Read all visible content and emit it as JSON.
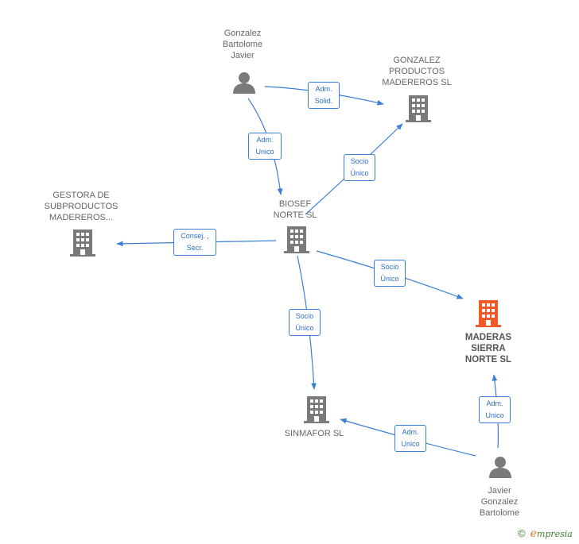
{
  "colors": {
    "edge": "#3a7fd5",
    "node_default": "#7a7a7a",
    "node_highlight": "#f05a28"
  },
  "nodes": {
    "gonzalez_bartolome_javier": {
      "label": "Gonzalez\nBartolome\nJavier",
      "type": "person"
    },
    "gonzalez_productos": {
      "label": "GONZALEZ\nPRODUCTOS\nMADEREROS SL",
      "type": "company"
    },
    "gestora": {
      "label": "GESTORA DE\nSUBPRODUCTOS\nMADEREROS...",
      "type": "company"
    },
    "biosef": {
      "label": "BIOSEF\nNORTE SL",
      "type": "company"
    },
    "maderas_sierra": {
      "label": "MADERAS\nSIERRA\nNORTE SL",
      "type": "company",
      "highlight": true
    },
    "sinmafor": {
      "label": "SINMAFOR SL",
      "type": "company"
    },
    "javier_gonzalez_bartolome": {
      "label": "Javier\nGonzalez\nBartolome",
      "type": "person"
    }
  },
  "edges": [
    {
      "from": "gonzalez_bartolome_javier",
      "to": "gonzalez_productos",
      "label": "Adm.\nSolid."
    },
    {
      "from": "gonzalez_bartolome_javier",
      "to": "biosef",
      "label": "Adm.\nUnico"
    },
    {
      "from": "biosef",
      "to": "gonzalez_productos",
      "label": "Socio\nÚnico"
    },
    {
      "from": "biosef",
      "to": "gestora",
      "label": "Consej. ,\nSecr."
    },
    {
      "from": "biosef",
      "to": "maderas_sierra",
      "label": "Socio\nÚnico"
    },
    {
      "from": "biosef",
      "to": "sinmafor",
      "label": "Socio\nÚnico"
    },
    {
      "from": "javier_gonzalez_bartolome",
      "to": "maderas_sierra",
      "label": "Adm.\nUnico"
    },
    {
      "from": "javier_gonzalez_bartolome",
      "to": "sinmafor",
      "label": "Adm.\nUnico"
    }
  ],
  "footer": {
    "copyright": "©",
    "brand_e": "e",
    "brand_rest": "mpresia"
  }
}
